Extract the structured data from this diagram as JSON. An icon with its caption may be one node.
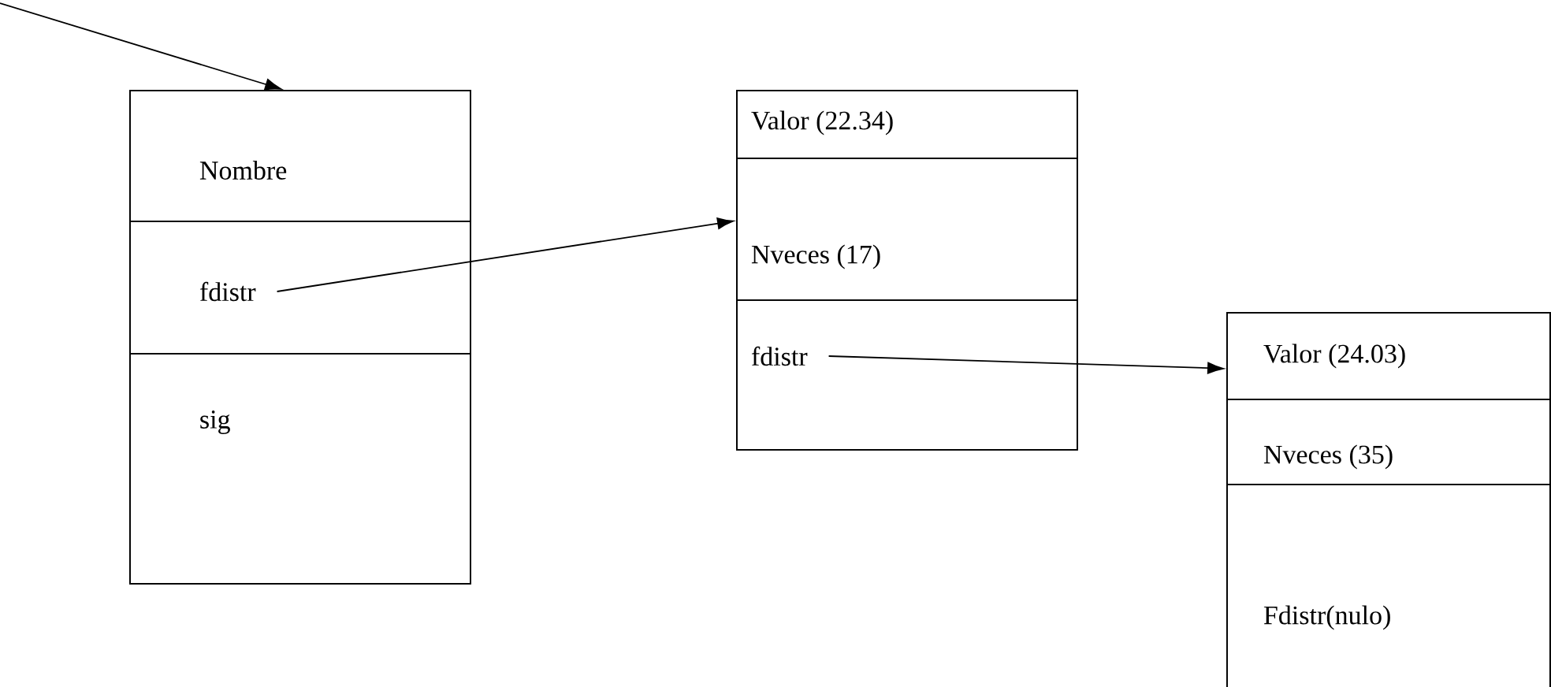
{
  "diagram": {
    "nodes": [
      {
        "text": [],
        "shape": "box"
      },
      {
        "text": [
          "Nombre"
        ],
        "in": 0
      },
      {
        "text": [
          "fdistr"
        ],
        "in": 0
      },
      {
        "text": [
          "sig"
        ],
        "in": 0
      },
      {
        "text": [],
        "shape": "box"
      },
      {
        "text": [
          "Valor (22.34)"
        ],
        "in": 4
      },
      {
        "text": [
          "Nveces (17)"
        ],
        "in": 4
      },
      {
        "text": [
          "fdistr"
        ],
        "in": 4
      },
      {
        "text": [],
        "shape": "box"
      },
      {
        "text": [
          "Valor (24.03)"
        ],
        "in": 8
      },
      {
        "text": [
          "Nveces (35)"
        ],
        "in": 8
      },
      {
        "text": [
          "Fdistr(nulo)"
        ],
        "in": 8
      }
    ],
    "edges": [
      {
        "from": null,
        "to": 0,
        "arrow": "to"
      },
      {
        "from": 2,
        "to": 4,
        "arrow": "to"
      },
      {
        "from": 7,
        "to": 9,
        "arrow": "to"
      }
    ]
  }
}
